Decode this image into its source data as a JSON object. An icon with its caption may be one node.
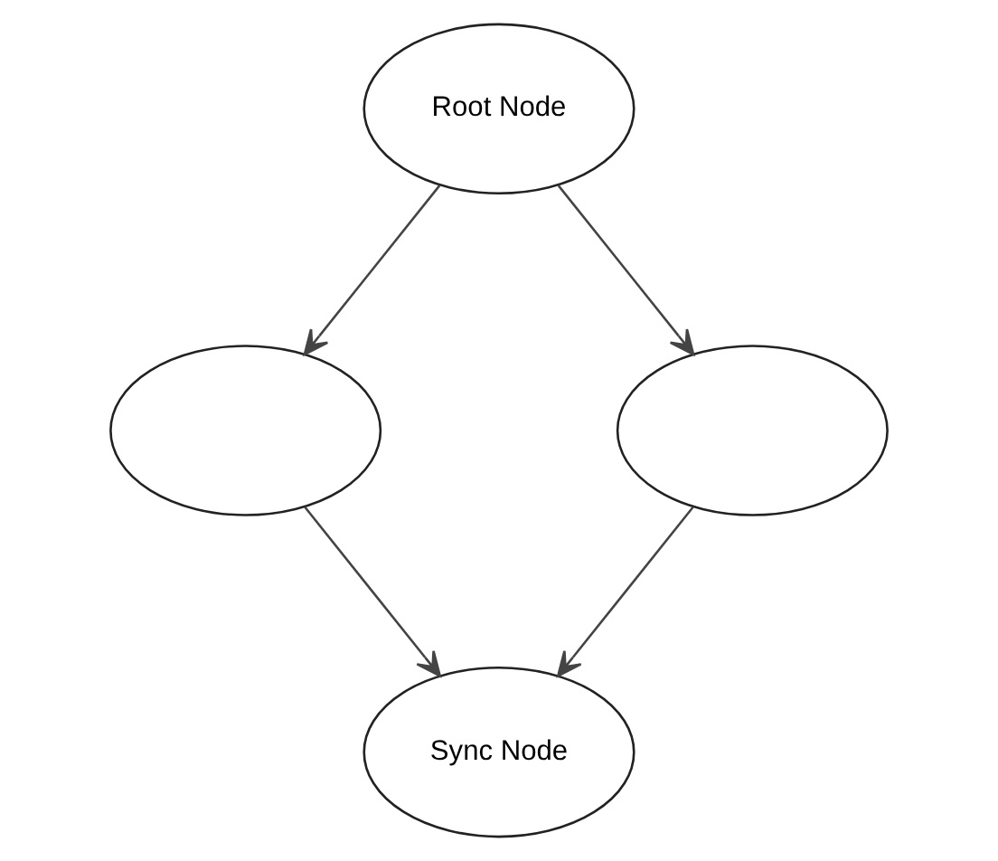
{
  "diagram": {
    "nodes": [
      {
        "text": [
          "Root Node"
        ]
      },
      {
        "text": [],
        "shape": "ellipse"
      },
      {
        "text": [],
        "shape": "ellipse"
      },
      {
        "text": [
          "Sync Node"
        ]
      }
    ],
    "edges": [
      {
        "from": 0,
        "to": 1,
        "arrow": "to"
      },
      {
        "from": 0,
        "to": 2,
        "arrow": "to"
      },
      {
        "from": 1,
        "to": 3,
        "arrow": "to"
      },
      {
        "from": 2,
        "to": 3,
        "arrow": "to"
      }
    ]
  }
}
